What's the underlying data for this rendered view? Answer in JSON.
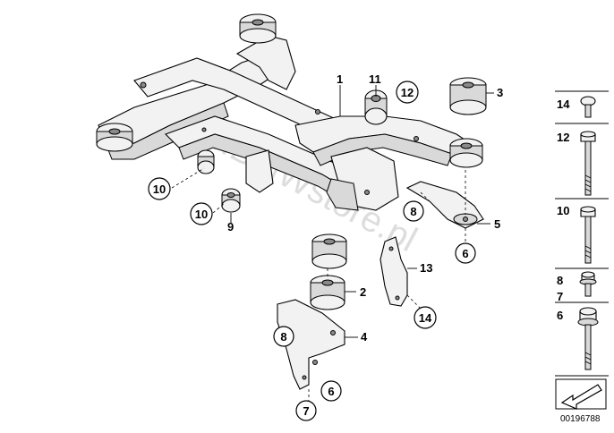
{
  "watermark": "www.BMWstore.pl",
  "callouts": {
    "p1": "1",
    "p2": "2",
    "p3": "3",
    "p4": "4",
    "p5": "5",
    "p6a": "6",
    "p6b": "6",
    "p7": "7",
    "p8a": "8",
    "p8b": "8",
    "p9": "9",
    "p10a": "10",
    "p10b": "10",
    "p11": "11",
    "p12": "12",
    "p13": "13",
    "p14": "14"
  },
  "fastener_panel": {
    "items": [
      {
        "label": "14"
      },
      {
        "label": "12"
      },
      {
        "label": "10"
      },
      {
        "label": "8"
      },
      {
        "label": "7"
      },
      {
        "label": "6"
      }
    ]
  },
  "reference_number": "00196788"
}
